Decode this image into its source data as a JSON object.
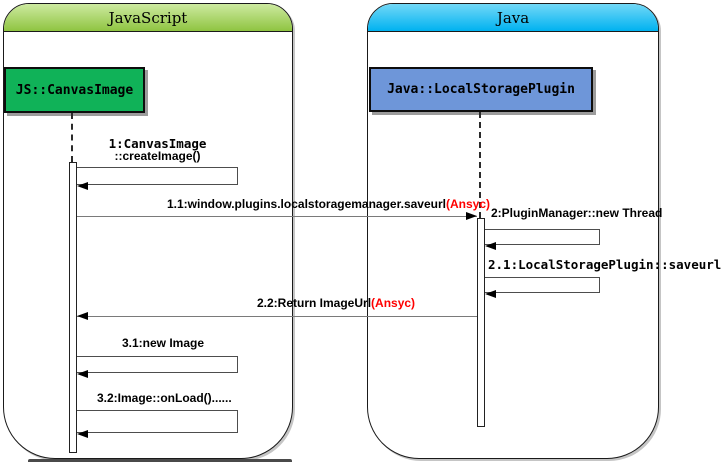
{
  "frames": {
    "left": {
      "title": "JavaScript"
    },
    "right": {
      "title": "Java"
    }
  },
  "objects": {
    "left": {
      "label": "JS::CanvasImage"
    },
    "right": {
      "label": "Java::LocalStoragePlugin"
    }
  },
  "messages": {
    "m1_line1": "1:CanvasImage",
    "m1_line2": "::createImage()",
    "m11": "1.1:window.plugins.localstoragemanager.saveurl",
    "m11_suffix": "(Ansyc)",
    "m2": "2:PluginManager::new Thread",
    "m21": "2.1:LocalStoragePlugin::saveurl",
    "m22": "2.2:Return ImageUrl",
    "m22_suffix": "(Ansyc)",
    "m31": "3.1:new Image",
    "m32": "3.2:Image::onLoad()......"
  },
  "colors": {
    "async_suffix_red": "#ff0000",
    "frame_left_header": "#8fc441",
    "frame_right_header": "#00b2f0",
    "object_left_fill": "#10b258",
    "object_right_fill": "#6e96d9",
    "message_line_gray": "#7a7a7a"
  }
}
